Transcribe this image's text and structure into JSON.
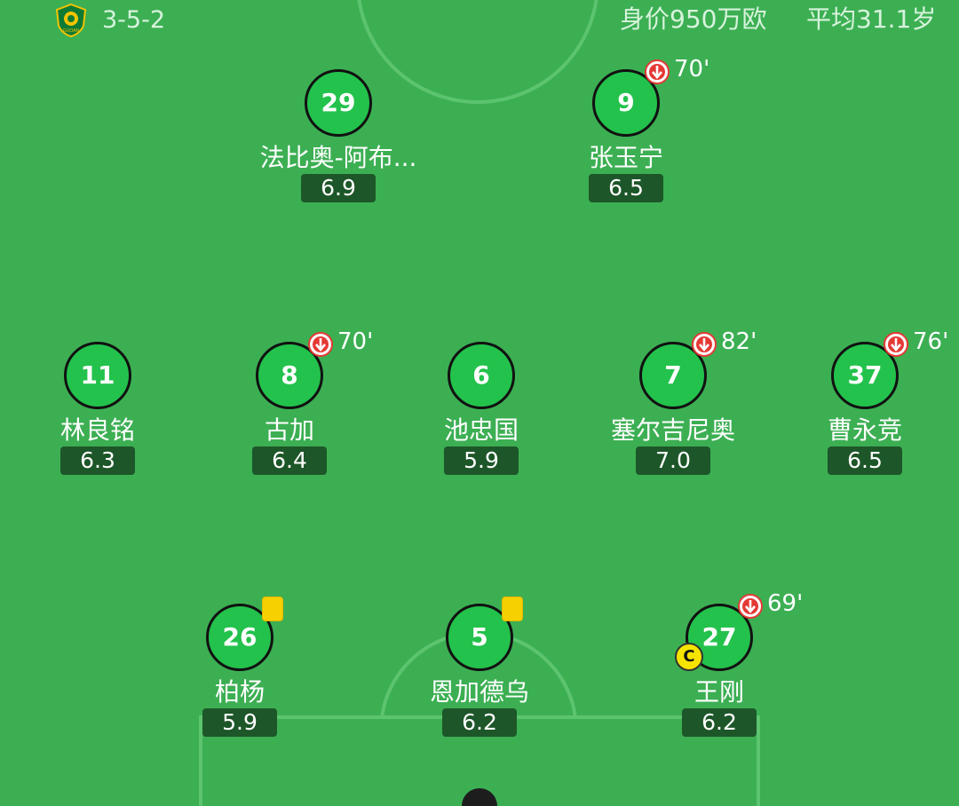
{
  "header": {
    "club_logo_icon": "shield-crest-icon",
    "club_logo_text": "GUOAN",
    "formation": "3-5-2",
    "market_value": "身价950万欧",
    "avg_age": "平均31.1岁"
  },
  "players": [
    {
      "number": "29",
      "name": "法比奥-阿布...",
      "rating": "6.9"
    },
    {
      "number": "9",
      "name": "张玉宁",
      "rating": "6.5",
      "sub_minute": "70'",
      "sub_icon": "sub-off-arrow-icon"
    },
    {
      "number": "11",
      "name": "林良铭",
      "rating": "6.3"
    },
    {
      "number": "8",
      "name": "古加",
      "rating": "6.4",
      "sub_minute": "70'",
      "sub_icon": "sub-off-arrow-icon"
    },
    {
      "number": "6",
      "name": "池忠国",
      "rating": "5.9"
    },
    {
      "number": "7",
      "name": "塞尔吉尼奥",
      "rating": "7.0",
      "sub_minute": "82'",
      "sub_icon": "sub-off-arrow-icon"
    },
    {
      "number": "37",
      "name": "曹永竞",
      "rating": "6.5",
      "sub_minute": "76'",
      "sub_icon": "sub-off-arrow-icon"
    },
    {
      "number": "26",
      "name": "柏杨",
      "rating": "5.9",
      "card": "yellow"
    },
    {
      "number": "5",
      "name": "恩加德乌",
      "rating": "6.2",
      "card": "yellow"
    },
    {
      "number": "27",
      "name": "王刚",
      "rating": "6.2",
      "sub_minute": "69'",
      "sub_icon": "sub-off-arrow-icon",
      "captain": "C"
    }
  ],
  "colors": {
    "pitch": "#3caf53",
    "player_circle": "#23c24c",
    "rating_bg": "#1d5628",
    "yellow_card": "#f6d000",
    "sub_icon": "#e53935"
  }
}
